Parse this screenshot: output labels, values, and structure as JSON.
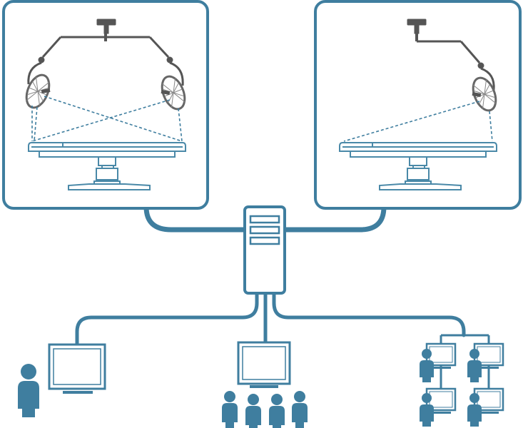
{
  "diagram": {
    "colors": {
      "primary": "#3f7e9f",
      "stroke_light": "#4a89a8",
      "gray_dark": "#555555",
      "gray_mid": "#8a8a8a",
      "fill_light": "#ffffff"
    },
    "rooms": [
      {
        "id": "operating-room-left",
        "lamps": [
          "left-lamp",
          "right-lamp"
        ]
      },
      {
        "id": "operating-room-right",
        "lamps": [
          "right-lamp"
        ]
      }
    ],
    "server": {
      "drive_bays": 3
    },
    "endpoints": [
      {
        "id": "single-viewer",
        "monitors": 1,
        "people": 1
      },
      {
        "id": "group-viewer",
        "monitors": 1,
        "people": 4
      },
      {
        "id": "network-viewers",
        "monitors": 4,
        "people": 4
      }
    ],
    "icons": {
      "lamp": "surgical-lamp-icon",
      "table": "operating-table-icon",
      "server": "server-icon",
      "monitor": "monitor-icon",
      "person": "person-icon"
    }
  }
}
